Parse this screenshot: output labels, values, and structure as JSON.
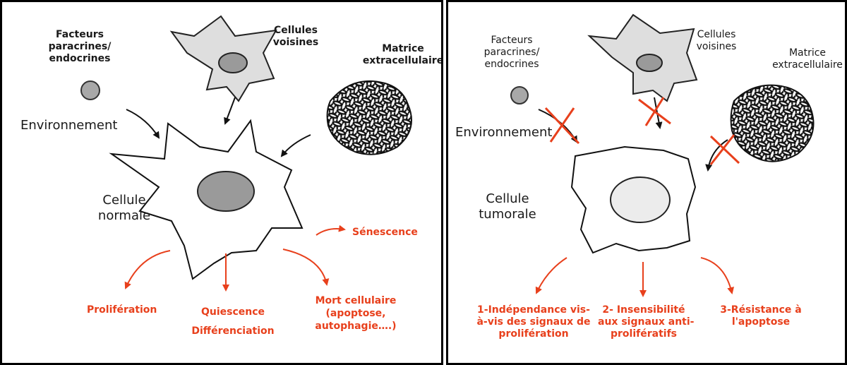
{
  "left": {
    "paracrine": [
      "Facteurs",
      "paracrines/",
      "endocrines"
    ],
    "neighbors": [
      "Cellules",
      "voisines"
    ],
    "matrix": [
      "Matrice",
      "extracellulaire"
    ],
    "environment": "Environnement",
    "cell": [
      "Cellule",
      "normale"
    ],
    "senescence": "Sénescence",
    "proliferation": "Prolifération",
    "quiescence": "Quiescence",
    "differentiation": "Différenciation",
    "death": [
      "Mort cellulaire",
      "(apoptose,",
      "autophagie….)"
    ]
  },
  "right": {
    "paracrine": [
      "Facteurs",
      "paracrines/",
      "endocrines"
    ],
    "neighbors": [
      "Cellules",
      "voisines"
    ],
    "matrix": [
      "Matrice",
      "extracellulaire"
    ],
    "environment": "Environnement",
    "cell": [
      "Cellule",
      "tumorale"
    ],
    "out1": [
      "1-Indépendance vis-",
      "à-vis des signaux de",
      "prolifération"
    ],
    "out2": [
      "2- Insensibilité",
      "aux signaux anti-",
      "prolifératifs"
    ],
    "out3": [
      "3-Résistance à",
      "l'apoptose"
    ]
  },
  "colors": {
    "accent": "#e8401c",
    "nucleus": "#9a9a9a",
    "neighbor_fill": "#dedede",
    "factor": "#a8a8a8"
  }
}
